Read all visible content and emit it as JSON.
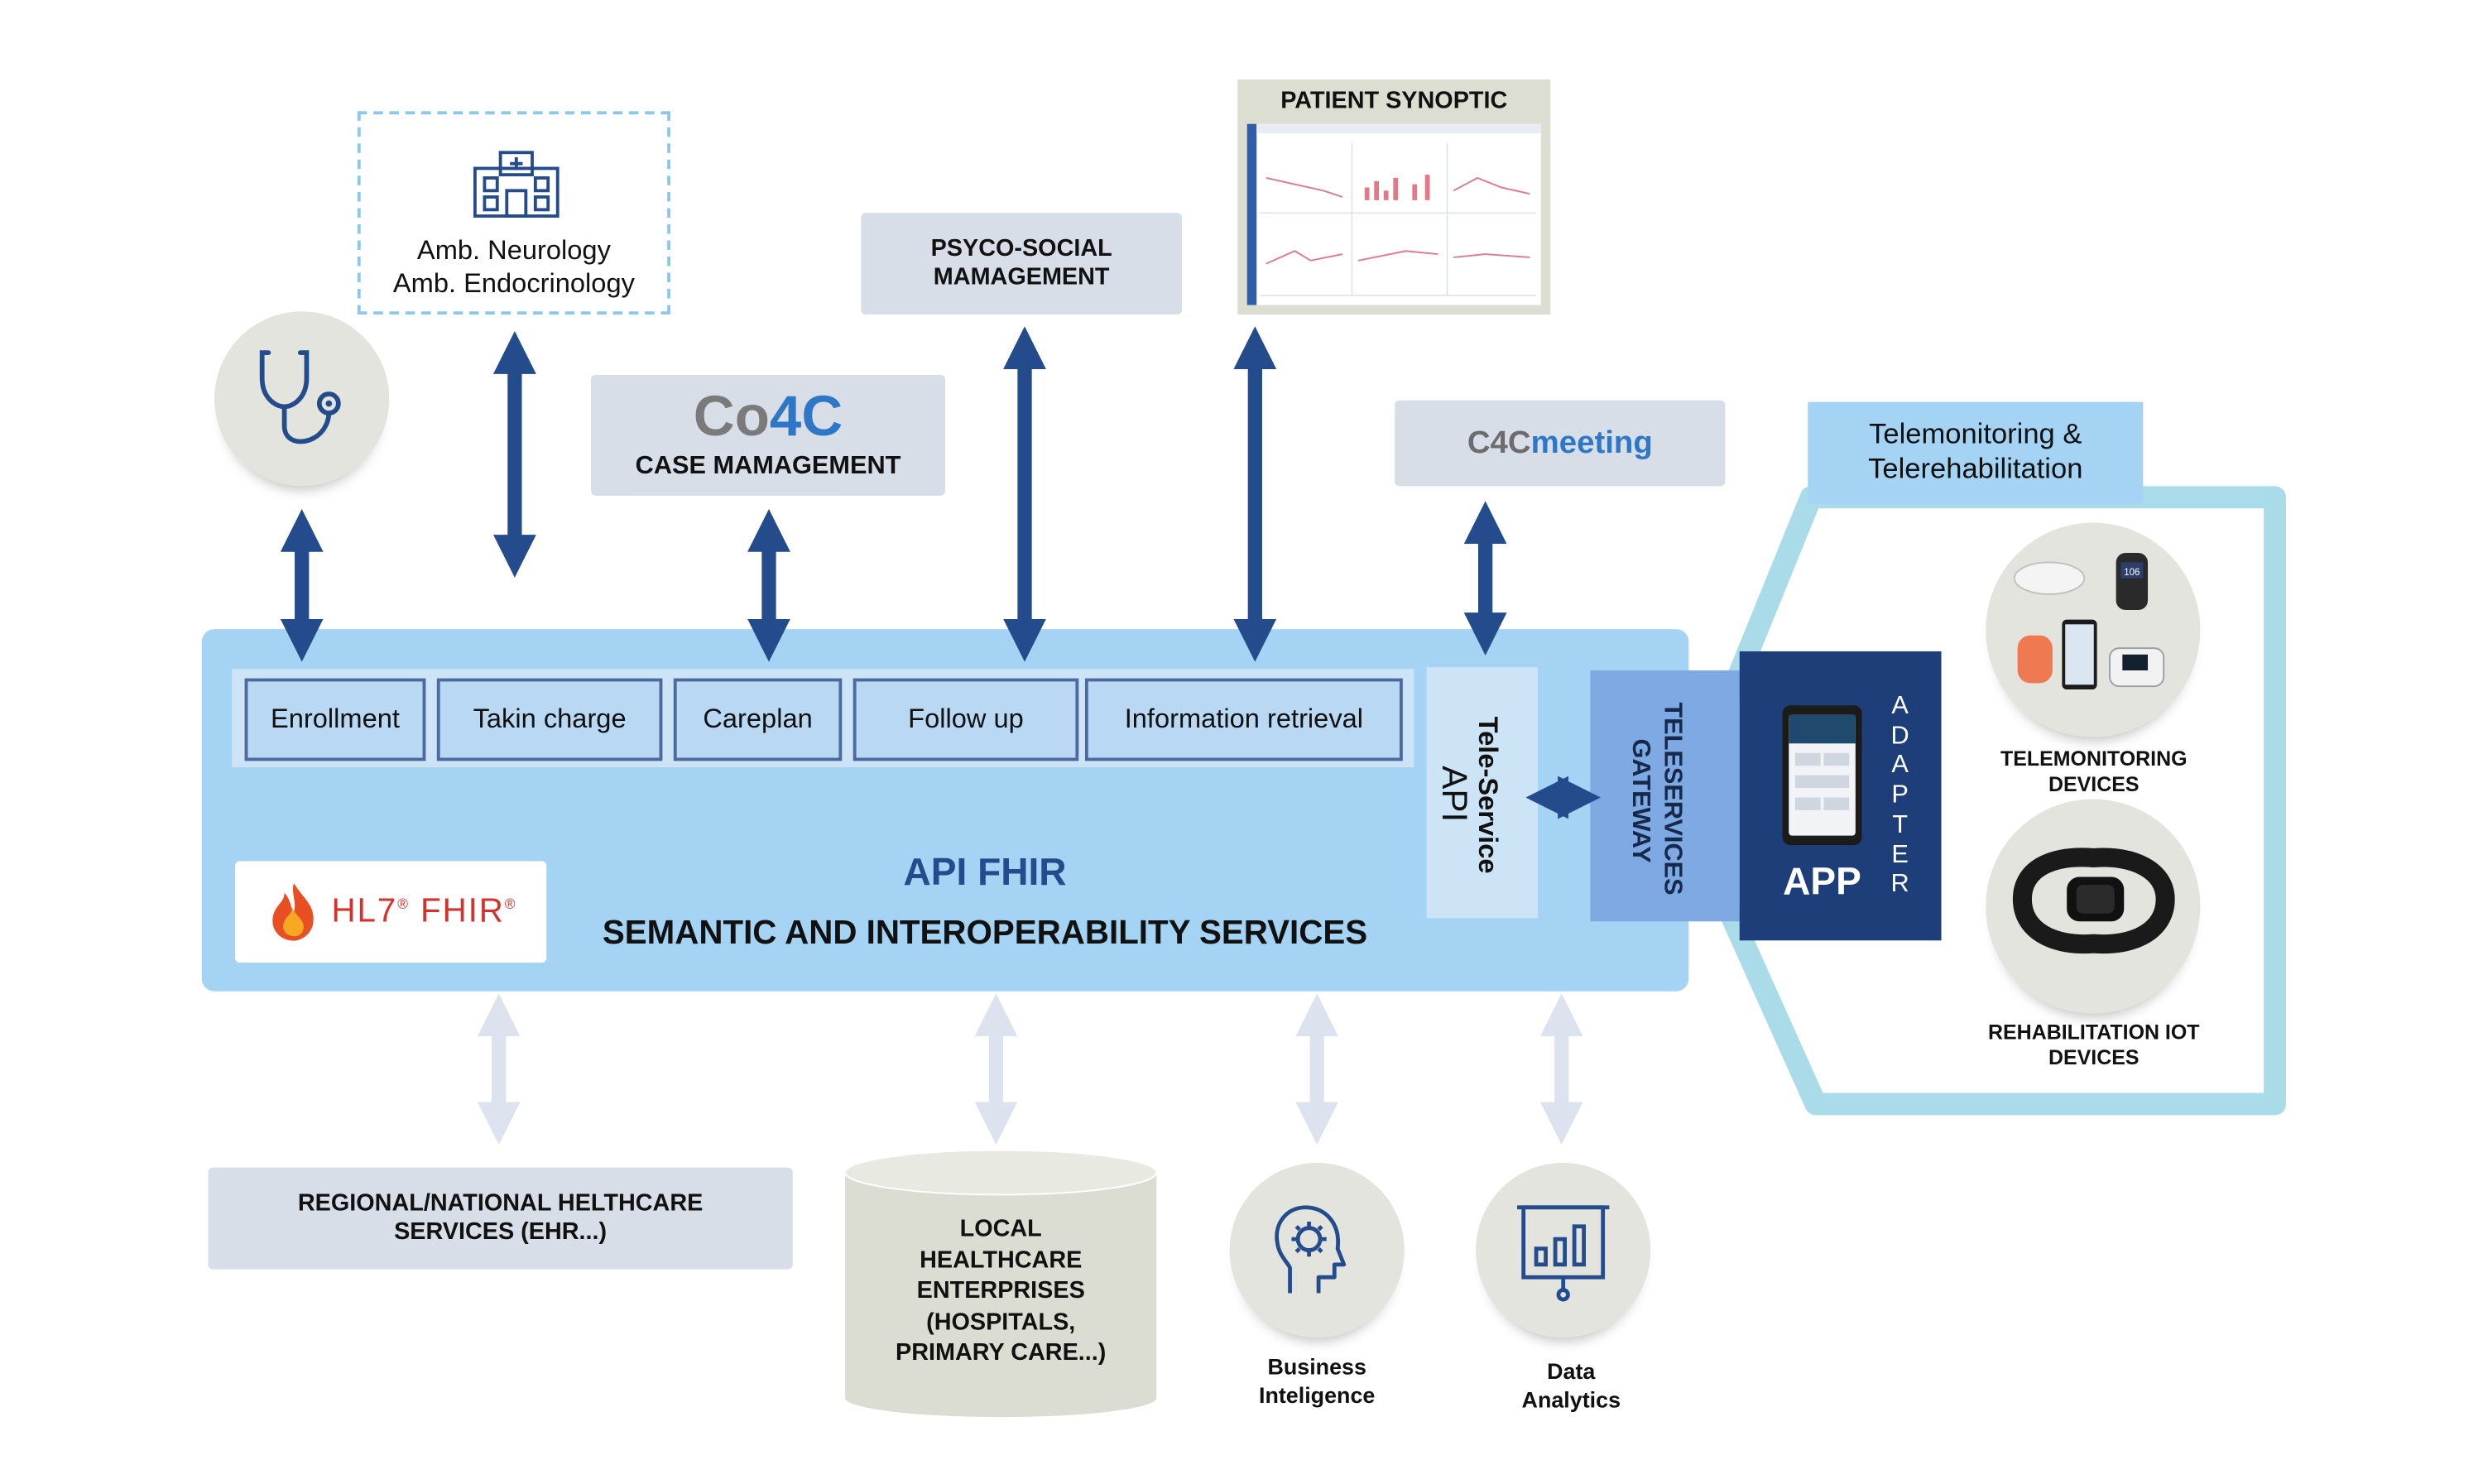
{
  "clinic": {
    "line1": "Amb. Neurology",
    "line2": "Amb. Endocrinology"
  },
  "psyco": {
    "line1": "PSYCO-SOCIAL",
    "line2": "MAMAGEMENT"
  },
  "synoptic": {
    "title": "PATIENT SYNOPTIC"
  },
  "co4c": {
    "logo_co": "Co",
    "logo_4": "4",
    "logo_c": "C",
    "label": "CASE MAMAGEMENT"
  },
  "c4cmeeting": {
    "logo_c4c": "C4C",
    "logo_meeting": "meeting"
  },
  "telemon": {
    "line1": "Telemonitoring &",
    "line2": "Telerehabilitation"
  },
  "modules": [
    "Enrollment",
    "Takin charge",
    "Careplan",
    "Follow up",
    "Information retrieval"
  ],
  "api": {
    "title": "API FHIR",
    "subtitle": "SEMANTIC AND INTEROPERABILITY SERVICES"
  },
  "hl7": {
    "text": "HL7",
    "reg": "®",
    "fhir": "FHIR",
    "reg2": "®"
  },
  "teleservice_api": {
    "line1": "Tele-Service",
    "line2": "API"
  },
  "gateway": {
    "line1": "TELESERVICES",
    "line2": "GATEWAY"
  },
  "app": {
    "label": "APP",
    "adapter": "ADAPTER"
  },
  "devices": {
    "telemonitoring": {
      "line1": "TELEMONITORING",
      "line2": "DEVICES"
    },
    "rehab": {
      "line1": "REHABILITATION IOT",
      "line2": "DEVICES"
    },
    "monitor_reading": "106"
  },
  "bottom": {
    "regional": {
      "line1": "REGIONAL/NATIONAL HELTHCARE",
      "line2": "SERVICES (EHR...)"
    },
    "local": {
      "line1": "LOCAL",
      "line2": "HEALTHCARE",
      "line3": "ENTERPRISES",
      "line4": "(HOSPITALS,",
      "line5": "PRIMARY CARE...)"
    },
    "bi": {
      "line1": "Business",
      "line2": "Inteligence"
    },
    "da": {
      "line1": "Data",
      "line2": "Analytics"
    }
  },
  "colors": {
    "dark_blue": "#244c8c",
    "light_blue": "#a5d3f3",
    "grey_box": "#d8dee8",
    "circle_grey": "#e3e4de",
    "frame_teal": "#a9dbe8",
    "app_navy": "#1d3e78",
    "hl7_red": "#d6322d"
  },
  "icons": [
    "stethoscope-icon",
    "hospital-icon",
    "brain-gear-icon",
    "presentation-chart-icon",
    "smartwatch-icon",
    "oximeter-icon",
    "smartphone-icon"
  ]
}
